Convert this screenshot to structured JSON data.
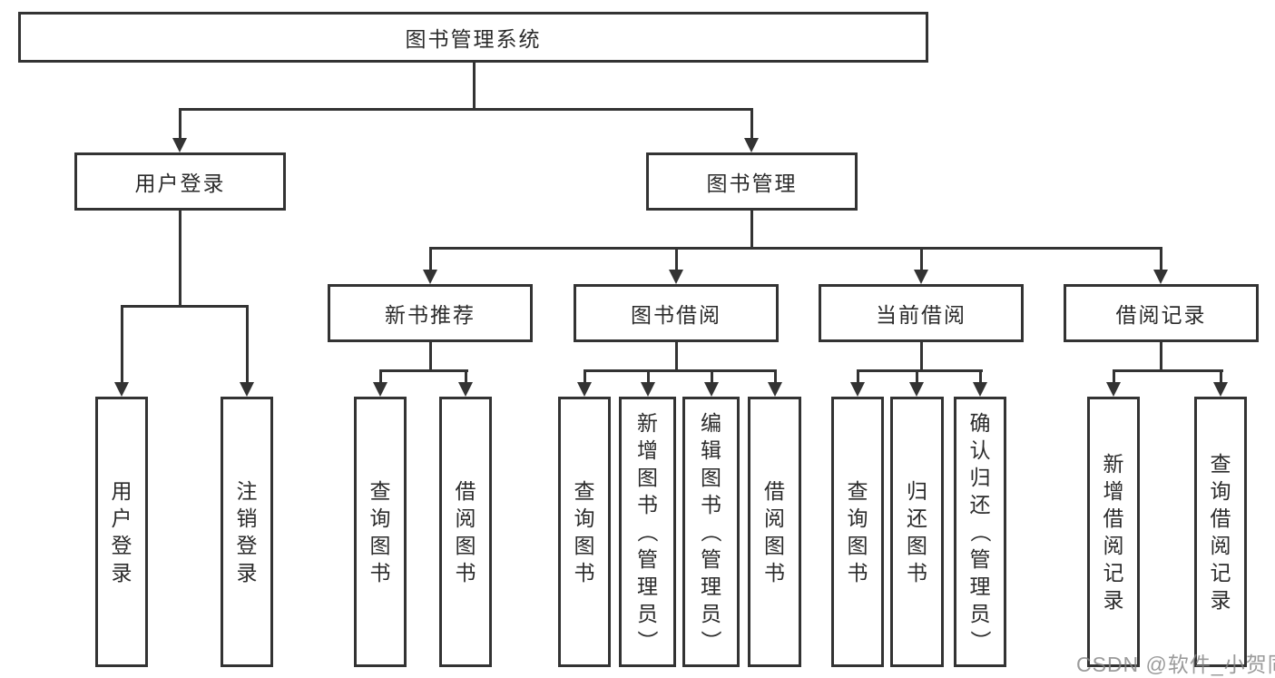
{
  "colors": {
    "line": "#333333",
    "text": "#2b2b2b",
    "background": "#ffffff",
    "watermark_gray": "#828282"
  },
  "watermark": "CSDN @软件_小贺同学",
  "tree": {
    "root": {
      "label": "图书管理系统"
    },
    "level2": [
      {
        "label": "用户登录"
      },
      {
        "label": "图书管理"
      }
    ],
    "level3": [
      {
        "label": "新书推荐"
      },
      {
        "label": "图书借阅"
      },
      {
        "label": "当前借阅"
      },
      {
        "label": "借阅记录"
      }
    ],
    "leaves": {
      "user_login": [
        "用户登录",
        "注销登录"
      ],
      "new_books": [
        "查询图书",
        "借阅图书"
      ],
      "book_borrow": [
        "查询图书",
        "新增图书（管理员）",
        "编辑图书（管理员）",
        "借阅图书"
      ],
      "current_borrow": [
        "查询图书",
        "归还图书",
        "确认归还（管理员）"
      ],
      "borrow_records": [
        "新增借阅记录",
        "查询借阅记录"
      ]
    }
  }
}
